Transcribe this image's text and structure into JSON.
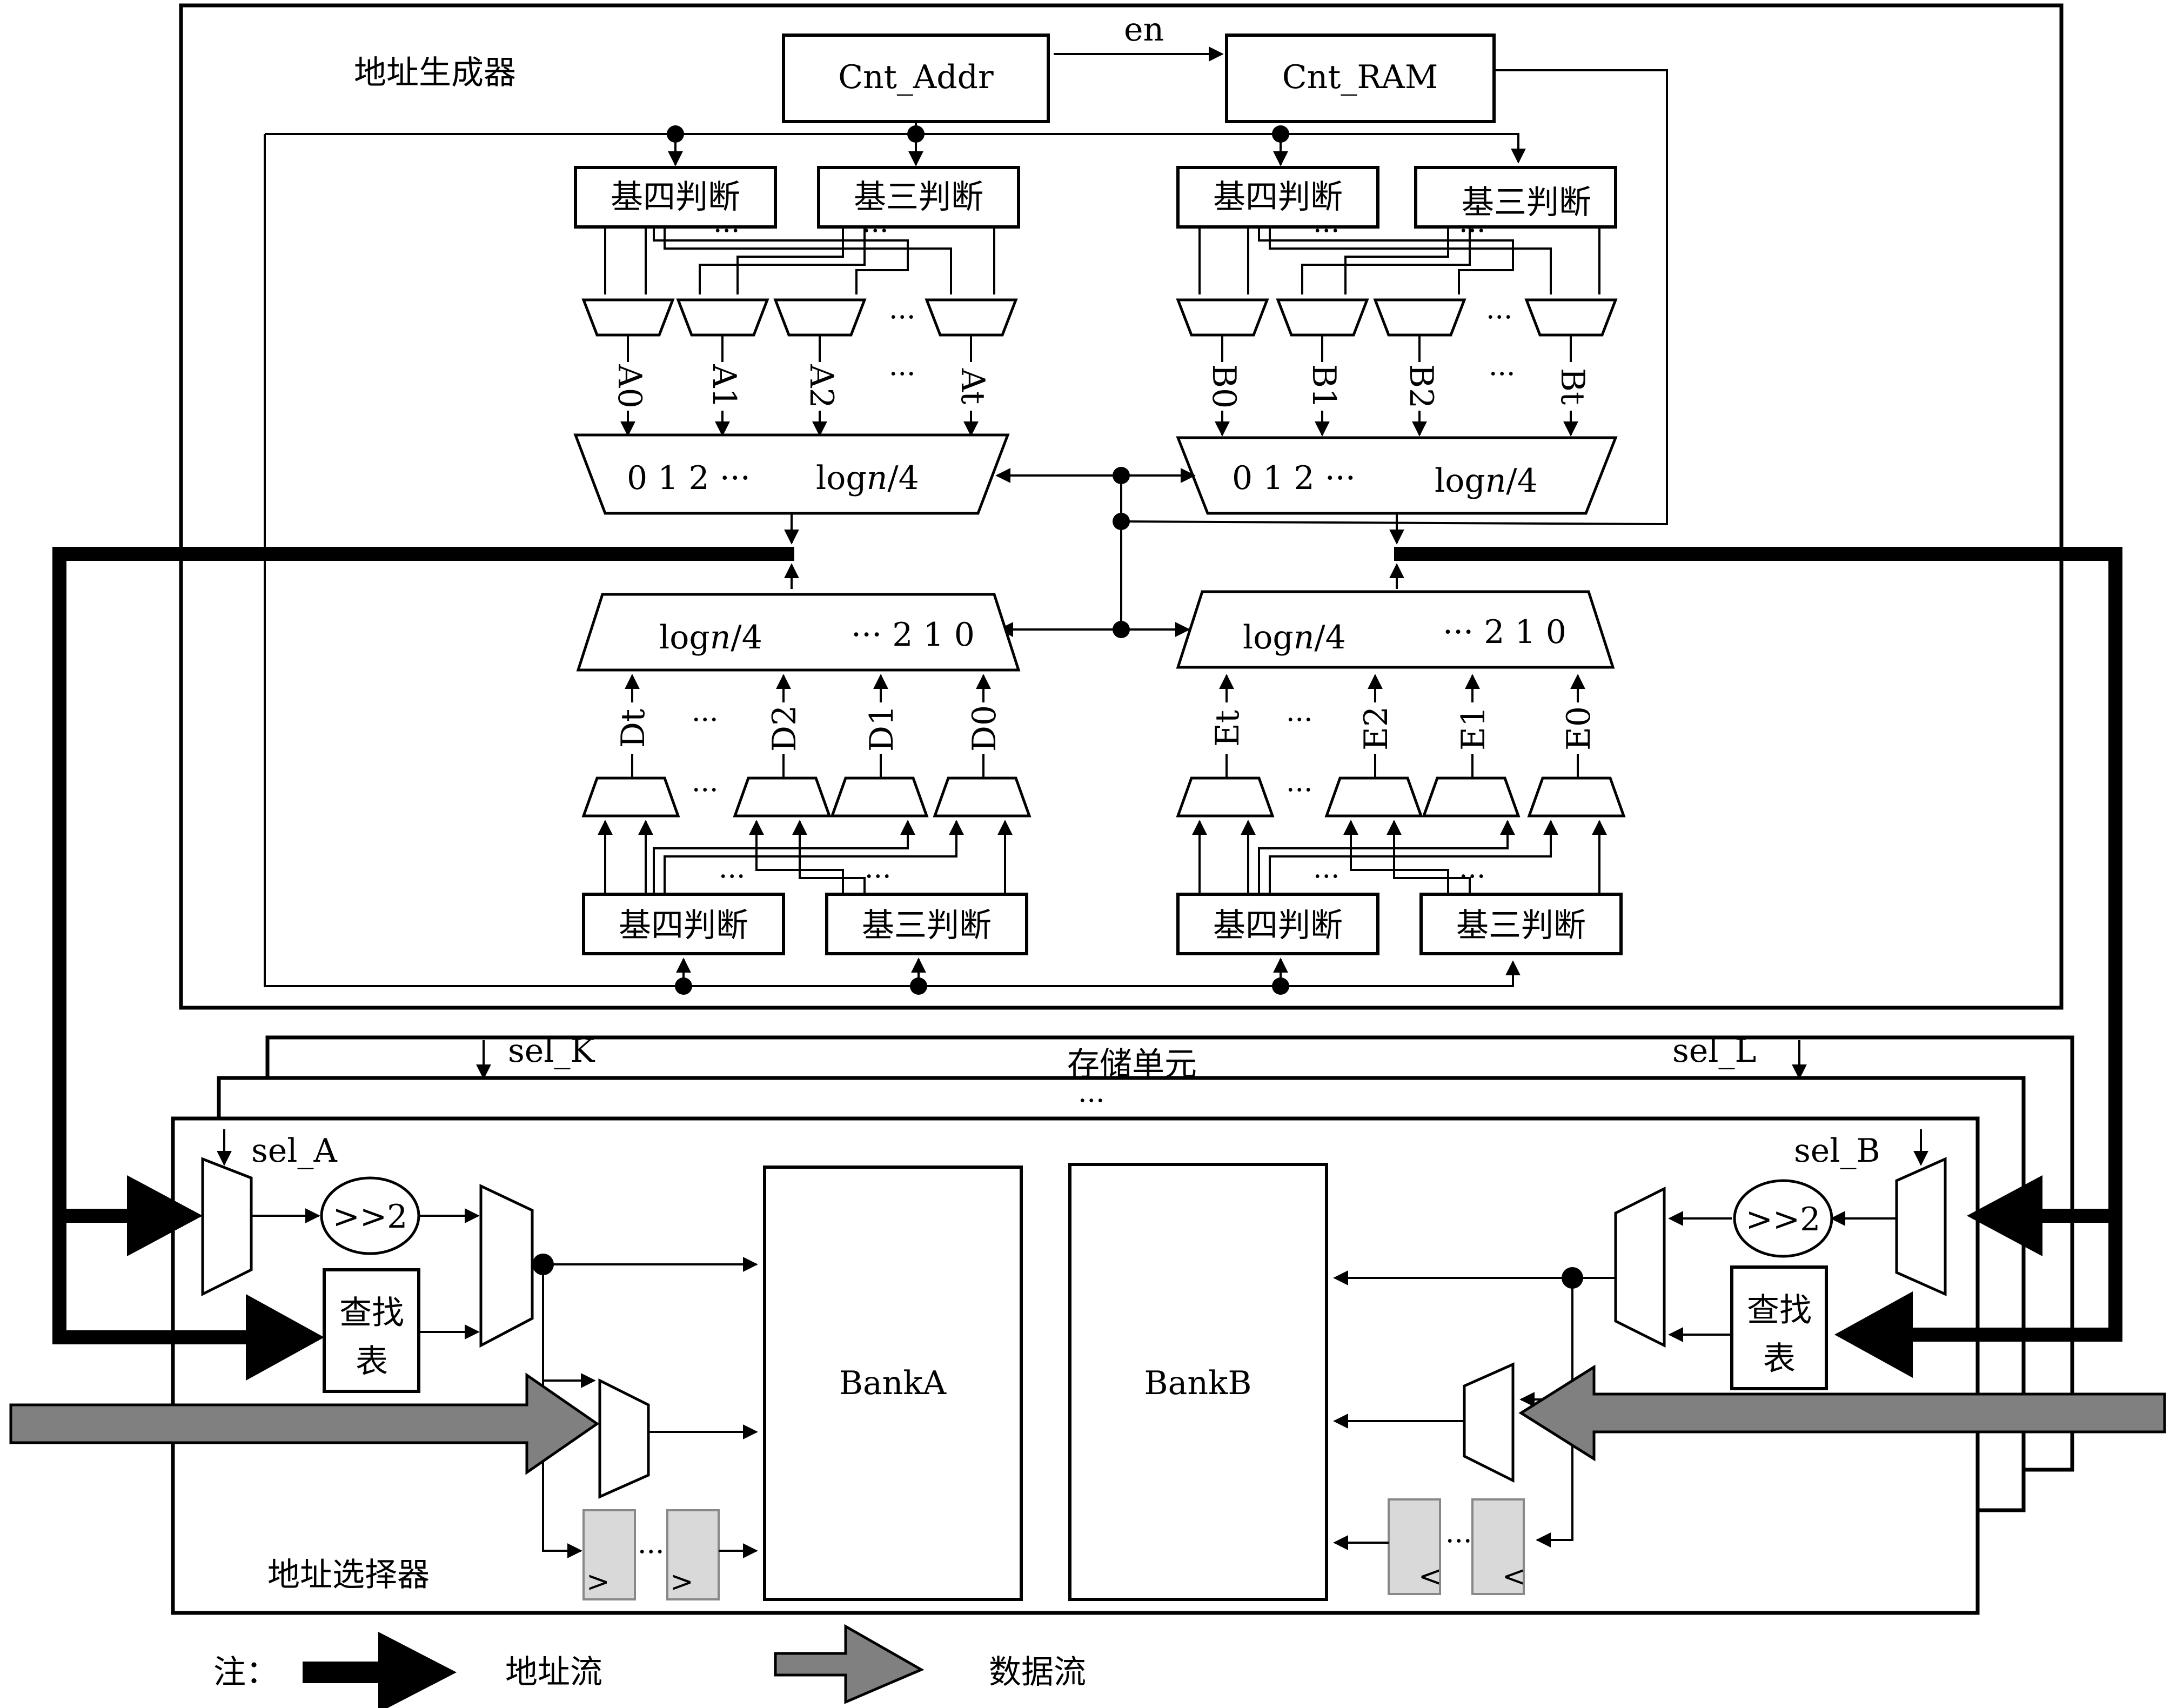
{
  "generator": {
    "title": "地址生成器",
    "cnt_addr": "Cnt_Addr",
    "cnt_ram": "Cnt_RAM",
    "en": "en",
    "radix4_check": "基四判断",
    "radix3_check": "基三判断",
    "ellipsis": "···",
    "a_labels": [
      "A0",
      "A1",
      "A2",
      "At"
    ],
    "b_labels": [
      "B0",
      "B1",
      "B2",
      "Bt"
    ],
    "d_labels": [
      "Dt",
      "D2",
      "D1",
      "D0"
    ],
    "e_labels": [
      "Et",
      "E2",
      "E1",
      "E0"
    ],
    "mux_top_left": "0  1  2 ···",
    "mux_top_left_tail": "log",
    "mux_n": "n",
    "mux_div": "/4",
    "mux_top_right": "0  1  2 ···",
    "mux_bottom_left_tail": "··· 2 1 0",
    "mux_bottom_right_tail": "··· 2 1 0"
  },
  "storage": {
    "title": "存储单元",
    "sel_k": "sel_K",
    "sel_l": "sel_L",
    "sel_a": "sel_A",
    "sel_b": "sel_B",
    "shift": ">>2",
    "lookup_line1": "查找",
    "lookup_line2": "表",
    "bank_a": "BankA",
    "bank_b": "BankB",
    "selector_title": "地址选择器",
    "ellipsis": "···",
    "reg_mark_right": ">",
    "reg_mark_left": "<"
  },
  "legend": {
    "note": "注：",
    "address_flow": "地址流",
    "data_flow": "数据流"
  },
  "colors": {
    "line": "#000000",
    "data_arrow": "#808080",
    "register": "#d9d9d9"
  }
}
